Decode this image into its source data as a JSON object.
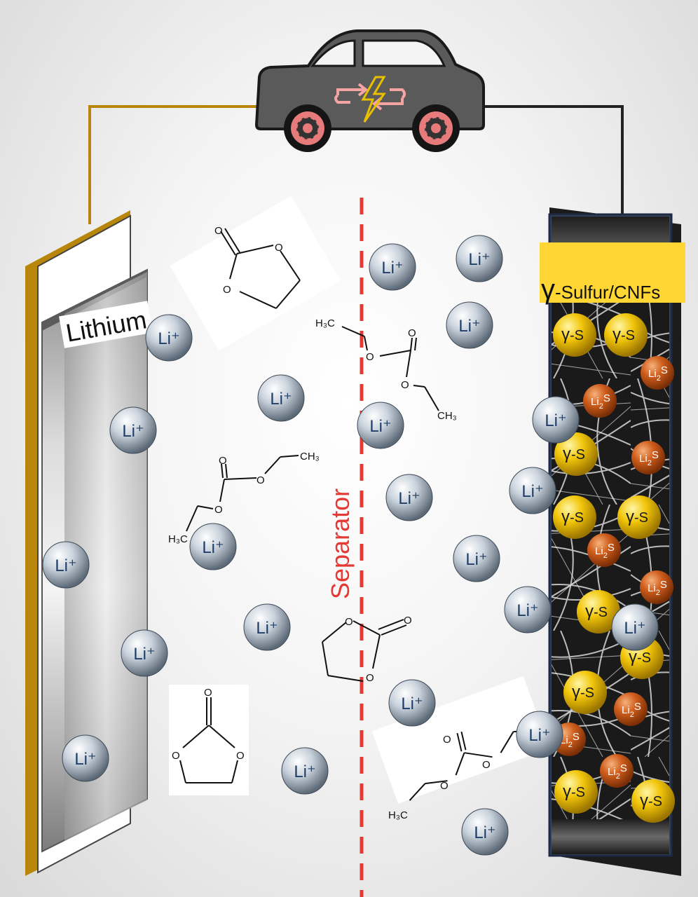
{
  "anode": {
    "label": "Lithium"
  },
  "cathode": {
    "label_symbol": "γ",
    "label_text": "-Sulfur/CNFs"
  },
  "separator": {
    "label": "Separator"
  },
  "ion_label": "Li⁺",
  "particles": {
    "gamma_s": {
      "symbol": "γ",
      "text": "-S"
    },
    "li2s": {
      "main": "Li",
      "sub": "2",
      "tail": "S"
    }
  },
  "molecules": {
    "methyl": "CH₃",
    "h3c": "H₃C",
    "oxygen": "O"
  },
  "colors": {
    "wire_anode": "#b8860b",
    "wire_cathode": "#222222",
    "separator": "#e53935",
    "car_body": "#5a5a5a",
    "cathode_label_bg": "#ffd633",
    "gamma_s": "#e8b800",
    "li2s": "#c8561a"
  },
  "icons": [
    "car-icon",
    "lightning-bolt-icon",
    "cycle-arrows-icon",
    "gear-wheel-icon"
  ]
}
